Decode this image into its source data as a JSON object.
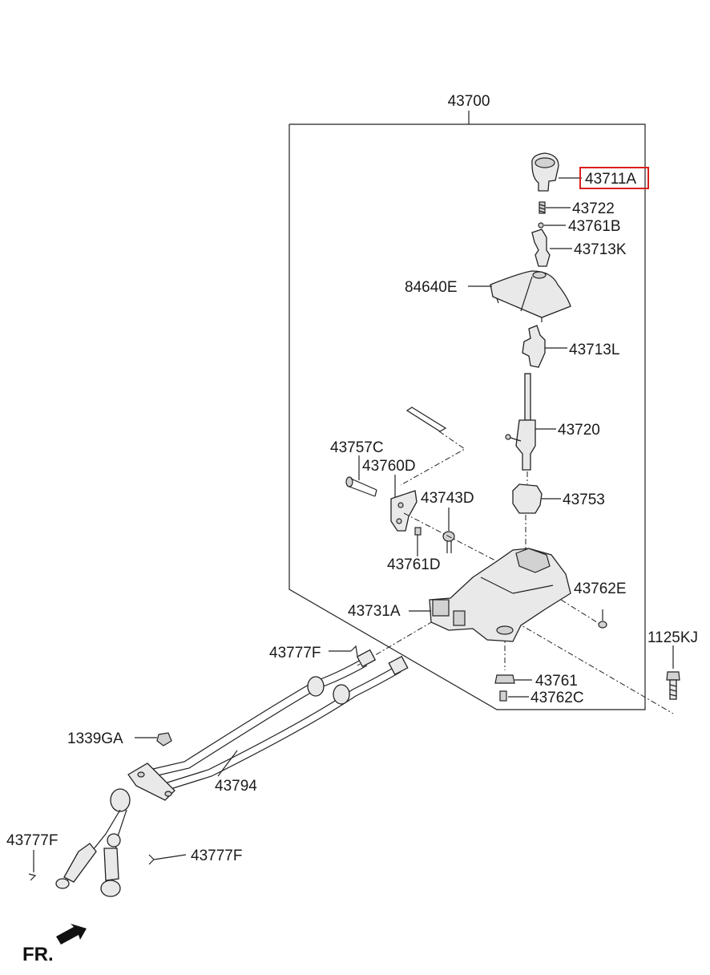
{
  "diagram": {
    "assembly_label": "43700",
    "highlighted_part": "43711A",
    "highlight_color": "#d9201f",
    "parts": {
      "p43711A": "43711A",
      "p43722": "43722",
      "p43761B": "43761B",
      "p43713K": "43713K",
      "p84640E": "84640E",
      "p43713L": "43713L",
      "p43720": "43720",
      "p43757C": "43757C",
      "p43760D": "43760D",
      "p43743D": "43743D",
      "p43753": "43753",
      "p43761D": "43761D",
      "p43762E": "43762E",
      "p43731A": "43731A",
      "p1125KJ": "1125KJ",
      "p43777F_top": "43777F",
      "p43761": "43761",
      "p43762C": "43762C",
      "p1339GA": "1339GA",
      "p43794": "43794",
      "p43777F_left": "43777F",
      "p43777F_bottom": "43777F"
    },
    "direction_label": "FR."
  }
}
